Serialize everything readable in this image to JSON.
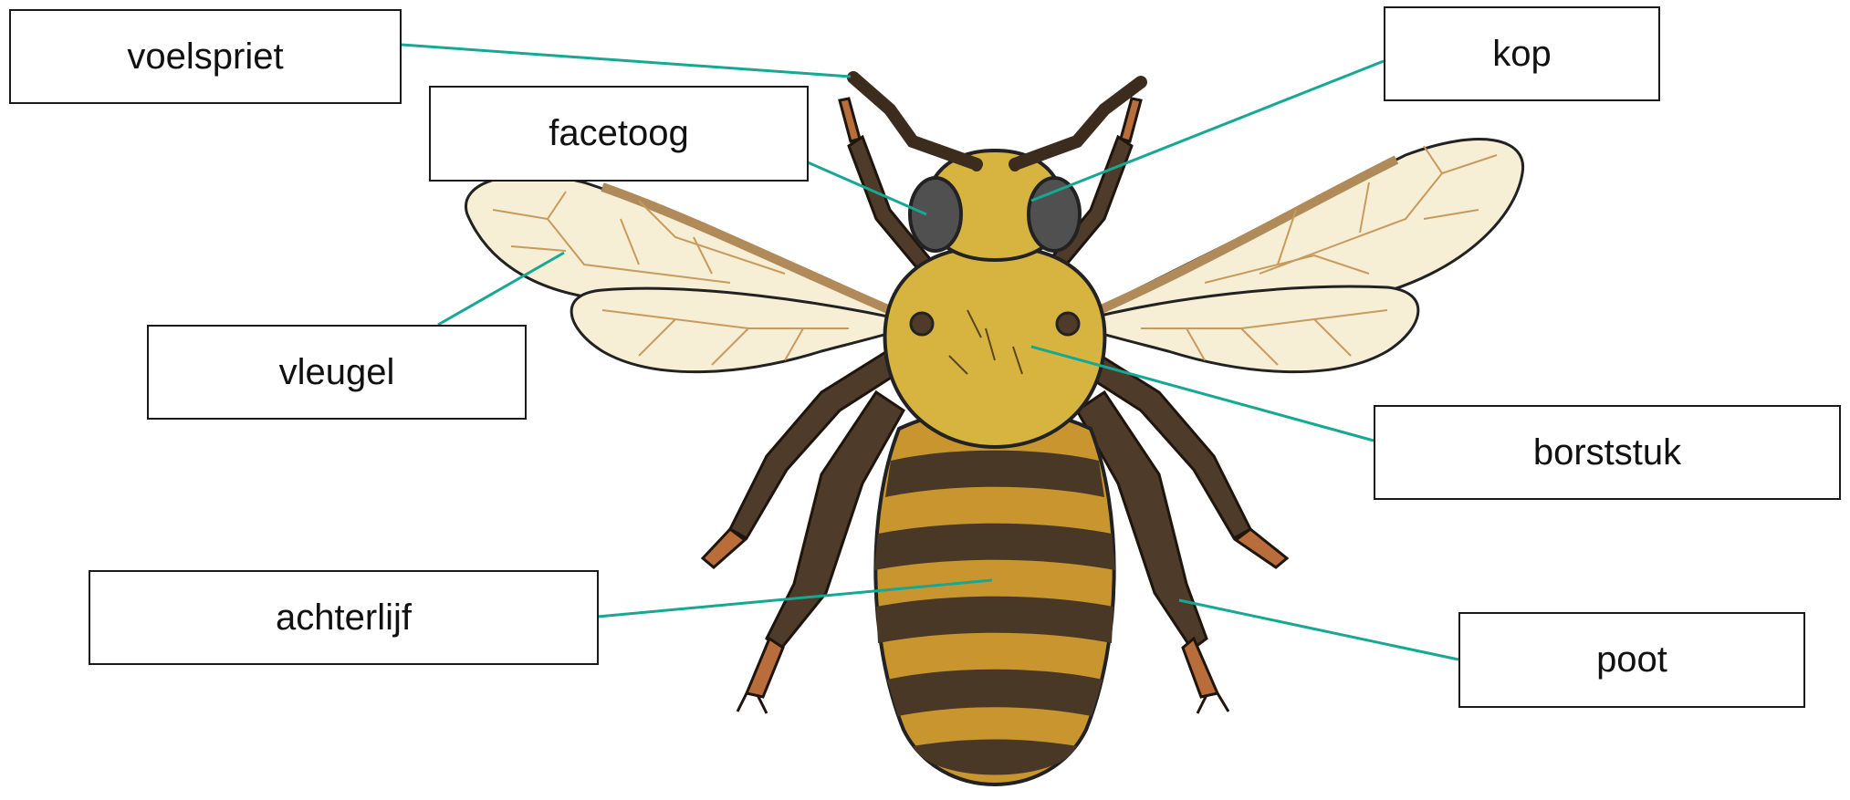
{
  "labels": {
    "voelspriet": "voelspriet",
    "facetoog": "facetoog",
    "kop": "kop",
    "vleugel": "vleugel",
    "borststuk": "borststuk",
    "achterlijf": "achterlijf",
    "poot": "poot"
  },
  "colors": {
    "leader_line": "#17a893",
    "body_yellow": "#d6b43f",
    "leg_brown": "#4e3b2a",
    "stripe_dark": "#4a3826",
    "stripe_gold": "#c8952e",
    "eye": "#505050",
    "wing_fill": "#f6eed5",
    "wing_vein": "#c79b5e"
  }
}
